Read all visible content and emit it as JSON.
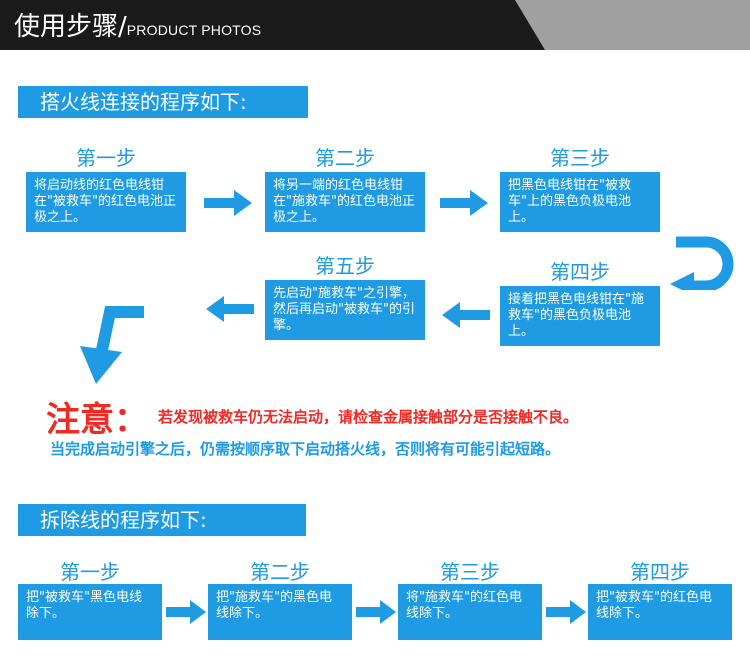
{
  "header": {
    "title_cn": "使用步骤/",
    "title_en": "PRODUCT PHOTOS"
  },
  "colors": {
    "accent": "#1e9be3",
    "warning": "#ef2a25",
    "header_dark": "#1a1a1a",
    "header_light": "#a0a0a0"
  },
  "connect": {
    "title": "搭火线连接的程序如下:",
    "steps": [
      {
        "label": "第一步",
        "text": "将启动线的红色电线钳在\"被救车\"的红色电池正极之上。"
      },
      {
        "label": "第二步",
        "text": "将另一端的红色电线钳在\"施救车\"的红色电池正极之上。"
      },
      {
        "label": "第三步",
        "text": "把黑色电线钳在\"被救车\"上的黑色负极电池上。"
      },
      {
        "label": "第四步",
        "text": "接着把黑色电线钳在\"施救车\"的黑色负极电池上。"
      },
      {
        "label": "第五步",
        "text": "先启动\"施救车\"之引擎，然后再启动\"被救车\"的引擎。"
      }
    ]
  },
  "warning": {
    "title": "注意：",
    "text": "若发现被救车仍无法启动，请检查金属接触部分是否接触不良。",
    "note": "当完成启动引擎之后，仍需按顺序取下启动搭火线，否则将有可能引起短路。"
  },
  "remove": {
    "title": "拆除线的程序如下:",
    "steps": [
      {
        "label": "第一步",
        "text": "把\"被救车\"黑色电线除下。"
      },
      {
        "label": "第二步",
        "text": "把\"施救车\"的黑色电线除下。"
      },
      {
        "label": "第三步",
        "text": "将\"施救车\"的红色电线除下。"
      },
      {
        "label": "第四步",
        "text": "把\"被救车\"的红色电线除下。"
      }
    ]
  }
}
